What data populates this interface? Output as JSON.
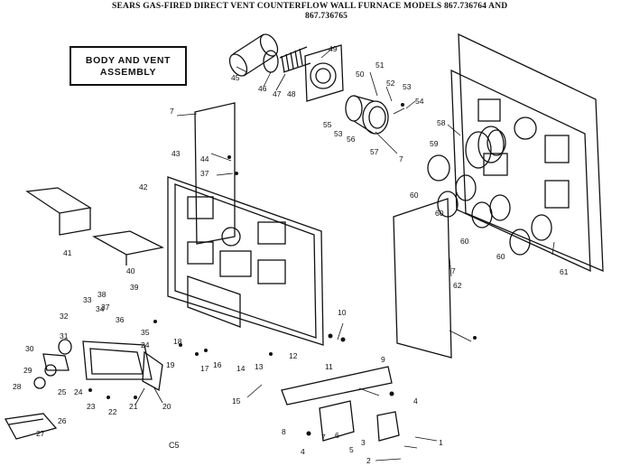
{
  "title": {
    "line1": "SEARS GAS-FIRED DIRECT VENT COUNTERFLOW WALL FURNACE MODELS 867.736764 AND",
    "line2": "867.736765"
  },
  "assembly_box": {
    "line1": "BODY AND VENT",
    "line2": "ASSEMBLY"
  },
  "footer_code": "C5",
  "part_numbers": [
    "1",
    "2",
    "3",
    "4",
    "4",
    "5",
    "6",
    "7",
    "7",
    "7",
    "7",
    "8",
    "9",
    "10",
    "11",
    "12",
    "13",
    "14",
    "15",
    "16",
    "17",
    "18",
    "19",
    "20",
    "21",
    "22",
    "23",
    "24",
    "24",
    "25",
    "26",
    "27",
    "28",
    "29",
    "30",
    "31",
    "32",
    "33",
    "34",
    "35",
    "36",
    "37",
    "37",
    "38",
    "39",
    "40",
    "41",
    "42",
    "43",
    "44",
    "45",
    "46",
    "47",
    "48",
    "49",
    "50",
    "51",
    "52",
    "53",
    "53",
    "54",
    "55",
    "56",
    "57",
    "58",
    "59",
    "60",
    "60",
    "60",
    "60",
    "61",
    "62"
  ]
}
